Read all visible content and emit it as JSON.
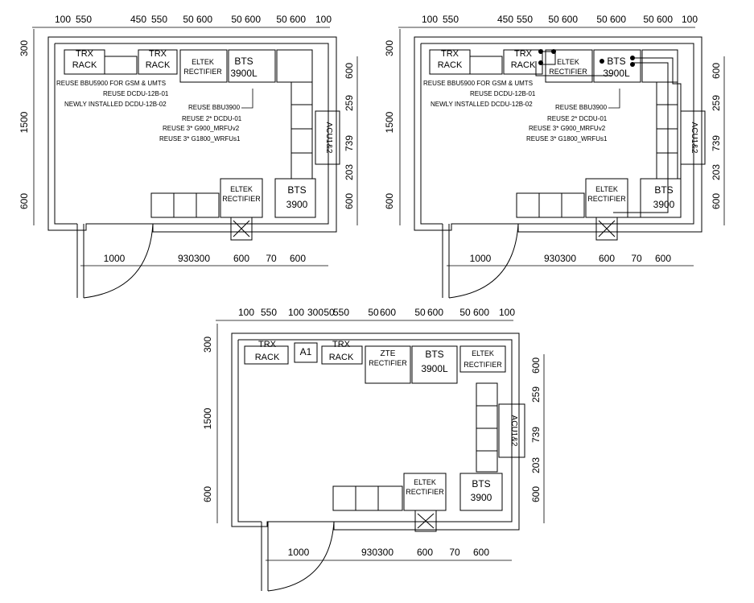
{
  "plans": [
    {
      "top_dims": [
        "100",
        "550",
        "450",
        "550",
        "50",
        "600",
        "50",
        "600",
        "50",
        "600",
        "100"
      ],
      "left_dims": [
        "300",
        "1500",
        "600"
      ],
      "right_dims": [
        "600",
        "259",
        "739",
        "203",
        "600"
      ],
      "bottom_dims": [
        "1000",
        "930",
        "300",
        "600",
        "70",
        "600"
      ],
      "labels": {
        "trx1_l1": "TRX",
        "trx1_l2": "RACK",
        "trx2_l1": "TRX",
        "trx2_l2": "RACK",
        "rect_top_l1": "ELTEK",
        "rect_top_l2": "RECTIFIER",
        "bts_top_l1": "BTS",
        "bts_top_l2": "3900L",
        "acu": "ACU1&2",
        "rect_bot_l1": "ELTEK",
        "rect_bot_l2": "RECTIFIER",
        "bts_bot_l1": "BTS",
        "bts_bot_l2": "3900"
      },
      "notes_left": [
        "REUSE BBU5900 FOR GSM & UMTS",
        "REUSE DCDU-12B-01",
        "NEWLY INSTALLED DCDU-12B-02"
      ],
      "notes_right": [
        "REUSE BBU3900",
        "REUSE 2* DCDU-01",
        "REUSE 3* G900_MRFUv2",
        "REUSE 3* G1800_WRFUs1"
      ]
    },
    {
      "top_dims": [
        "100",
        "550",
        "450",
        "550",
        "50",
        "600",
        "50",
        "600",
        "50",
        "600",
        "100"
      ],
      "left_dims": [
        "300",
        "1500",
        "600"
      ],
      "right_dims": [
        "600",
        "259",
        "739",
        "203",
        "600"
      ],
      "bottom_dims": [
        "1000",
        "930",
        "300",
        "600",
        "70",
        "600"
      ],
      "labels": {
        "trx1_l1": "TRX",
        "trx1_l2": "RACK",
        "trx2_l1": "TRX",
        "trx2_l2": "RACK",
        "rect_top_l1": "ELTEK",
        "rect_top_l2": "RECTIFIER",
        "bts_top_l1": "BTS",
        "bts_top_l2": "3900L",
        "acu": "ACU1&2",
        "rect_bot_l1": "ELTEK",
        "rect_bot_l2": "RECTIFIER",
        "bts_bot_l1": "BTS",
        "bts_bot_l2": "3900"
      },
      "notes_left": [
        "REUSE BBU5900 FOR GSM & UMTS",
        "REUSE DCDU-12B-01",
        "NEWLY INSTALLED DCDU-12B-02"
      ],
      "notes_right": [
        "REUSE BBU3900",
        "REUSE 2* DCDU-01",
        "REUSE 3* G900_MRFUv2",
        "REUSE 3* G1800_WRFUs1"
      ]
    },
    {
      "top_dims": [
        "100",
        "550",
        "100",
        "300",
        "50",
        "550",
        "50",
        "600",
        "50",
        "600",
        "50",
        "600",
        "100"
      ],
      "left_dims": [
        "300",
        "1500",
        "600"
      ],
      "right_dims": [
        "600",
        "259",
        "739",
        "203",
        "600"
      ],
      "bottom_dims": [
        "1000",
        "930",
        "300",
        "600",
        "70",
        "600"
      ],
      "labels": {
        "trx1_l1": "TRX",
        "trx1_l2": "RACK",
        "a1": "A1",
        "trx2_l1": "TRX",
        "trx2_l2": "RACK",
        "zte_l1": "ZTE",
        "zte_l2": "RECTIFIER",
        "bts_top_l1": "BTS",
        "bts_top_l2": "3900L",
        "eltek_top_l1": "ELTEK",
        "eltek_top_l2": "RECTIFIER",
        "acu": "ACU1&2",
        "rect_bot_l1": "ELTEK",
        "rect_bot_l2": "RECTIFIER",
        "bts_bot_l1": "BTS",
        "bts_bot_l2": "3900"
      }
    }
  ]
}
